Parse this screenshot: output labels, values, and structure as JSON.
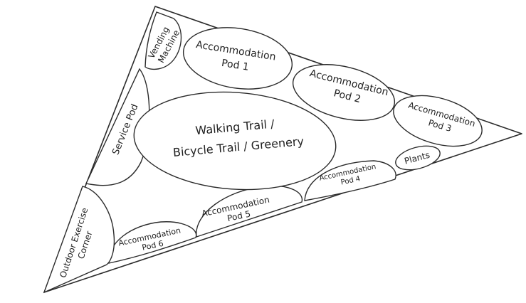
{
  "diagram": {
    "stroke_color": "#2b2b2b",
    "text_color": "#222222",
    "background": "#ffffff",
    "zones": {
      "vending_machine": [
        "Vending",
        "Machine"
      ],
      "pod_1": [
        "Accommodation",
        "Pod 1"
      ],
      "pod_2": [
        "Accommodation",
        "Pod 2"
      ],
      "pod_3": [
        "Accommodation",
        "Pod 3"
      ],
      "plants": [
        "Plants"
      ],
      "pod_4": [
        "Accommodation",
        "Pod 4"
      ],
      "pod_5": [
        "Accommodation",
        "Pod 5"
      ],
      "pod_6": [
        "Accommodation",
        "Pod 6"
      ],
      "outdoor_exercise": [
        "Outdoor Exercise",
        "Corner"
      ],
      "service_pod": [
        "Service Pod"
      ],
      "walking_trail": [
        "Walking Trail /",
        "Bicycle Trail / Greenery"
      ]
    }
  }
}
